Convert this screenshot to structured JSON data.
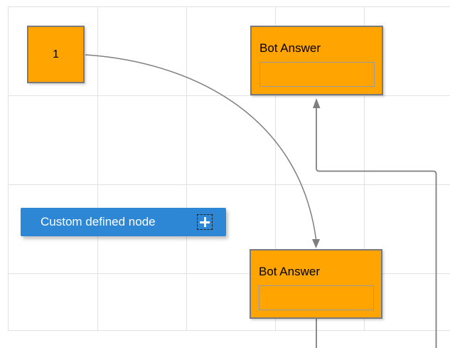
{
  "diagram": {
    "nodes": {
      "start": {
        "label": "1",
        "shape": "square"
      },
      "bot_answer_top": {
        "title": "Bot Answer",
        "field_value": "",
        "field_placeholder": ""
      },
      "bot_answer_bottom": {
        "title": "Bot Answer",
        "field_value": "",
        "field_placeholder": ""
      },
      "custom": {
        "label": "Custom defined node",
        "icon": "plus-icon"
      }
    },
    "connectors": [
      {
        "from": "start",
        "to": "bot_answer_bottom",
        "type": "bezier-curve",
        "arrow": "target"
      },
      {
        "from": "bot_answer_bottom",
        "to": "bot_answer_top",
        "type": "orthogonal",
        "arrow": "target"
      }
    ],
    "colors": {
      "node_fill": "#FFA400",
      "node_border": "#7A7A7A",
      "field_border": "#9A9A9A",
      "custom_node_fill": "#2E87D4",
      "custom_node_text": "#FFFFFF",
      "connector": "#7F7F7F",
      "grid_line": "#E2E2E2",
      "node_text": "#000000"
    },
    "grid": {
      "vertical_x": [
        11,
        137,
        262,
        387,
        512
      ],
      "horizontal_y": [
        9,
        134,
        259,
        384,
        464
      ]
    }
  }
}
